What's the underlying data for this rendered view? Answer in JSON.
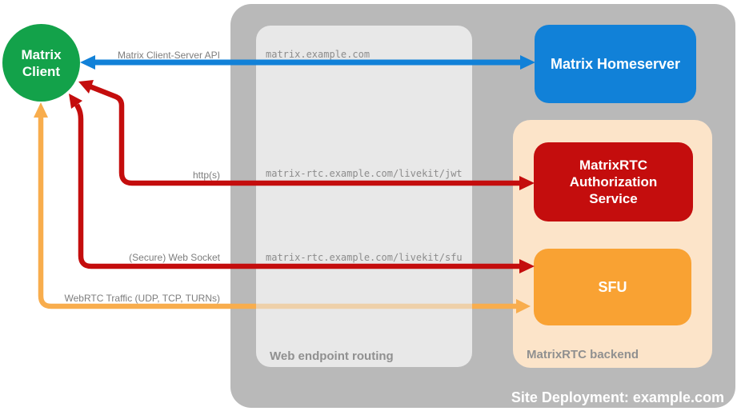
{
  "deployment": {
    "title": "Site Deployment: example.com"
  },
  "client": {
    "label": "Matrix Client",
    "color": "#13a24a"
  },
  "homeserver": {
    "label": "Matrix Homeserver",
    "color": "#1181d8"
  },
  "auth_service": {
    "label": "MatrixRTC Authorization Service",
    "color": "#c40d0d"
  },
  "sfu": {
    "label": "SFU",
    "color": "#f9a233"
  },
  "routing": {
    "label": "Web endpoint routing",
    "endpoints": [
      "matrix.example.com",
      "matrix-rtc.example.com/livekit/jwt",
      "matrix-rtc.example.com/livekit/sfu"
    ]
  },
  "backend": {
    "label": "MatrixRTC backend"
  },
  "connections": {
    "client_server_api": {
      "label": "Matrix Client-Server API",
      "color": "#1181d8",
      "from": "Matrix Client",
      "to": "Matrix Homeserver",
      "bidirectional": true
    },
    "https": {
      "label": "http(s)",
      "color": "#c40d0d",
      "from": "Matrix Client",
      "to": "MatrixRTC Authorization Service",
      "bidirectional": true
    },
    "websocket": {
      "label": "(Secure) Web Socket",
      "color": "#c40d0d",
      "from": "Matrix Client",
      "to": "SFU",
      "bidirectional": true
    },
    "webrtc": {
      "label": "WebRTC Traffic (UDP, TCP, TURNs)",
      "color": "#f8ad4d",
      "from": "Matrix Client",
      "to": "SFU",
      "bidirectional": true
    }
  },
  "colors": {
    "site_container": "#b9b9b9",
    "routing_box": "#e8e8e8",
    "backend_box": "#fce4c9",
    "label_gray": "#7d7d7d",
    "section_label_gray": "#909090"
  }
}
